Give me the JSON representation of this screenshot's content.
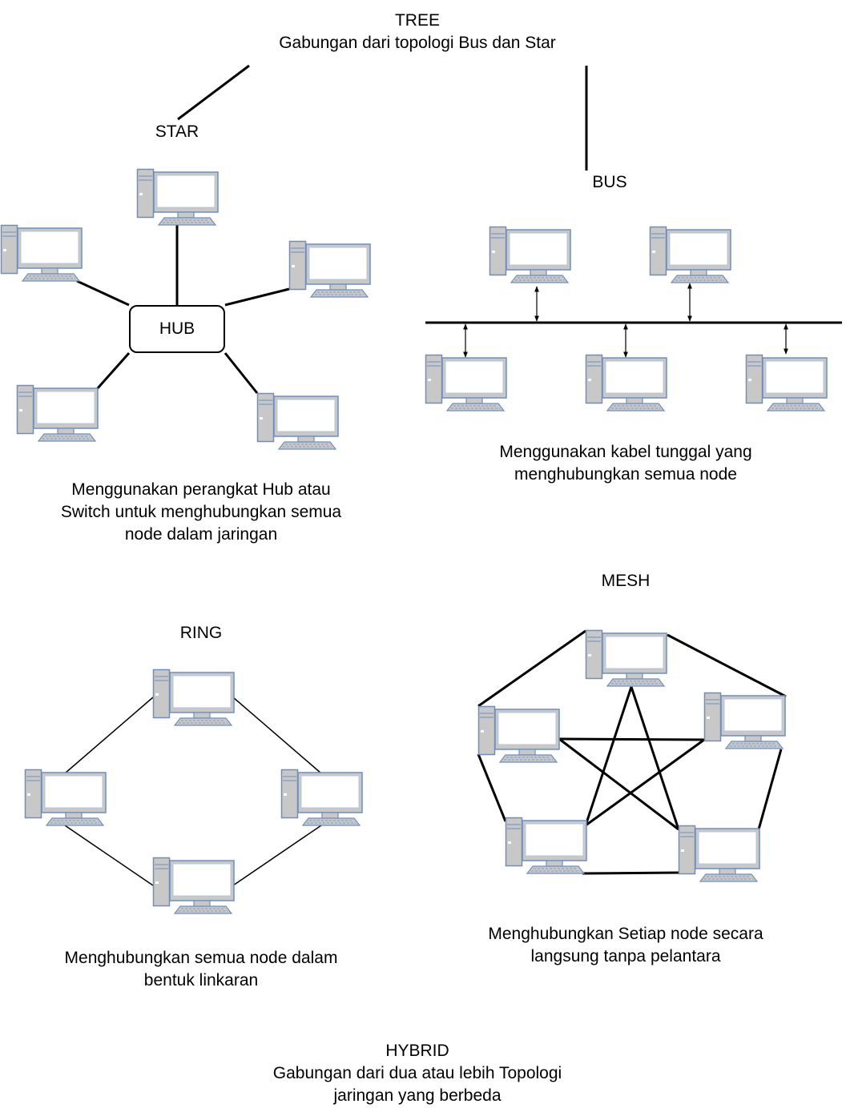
{
  "tree": {
    "title": "TREE",
    "subtitle": "Gabungan dari topologi Bus dan Star"
  },
  "star": {
    "title": "STAR",
    "hub_label": "HUB",
    "desc_line1": "Menggunakan perangkat Hub atau",
    "desc_line2": "Switch untuk menghubungkan semua",
    "desc_line3": "node dalam jaringan"
  },
  "bus": {
    "title": "BUS",
    "desc_line1": "Menggunakan kabel tunggal yang",
    "desc_line2": "menghubungkan semua node"
  },
  "mesh": {
    "title": "MESH",
    "desc_line1": "Menghubungkan Setiap node secara",
    "desc_line2": "langsung tanpa pelantara"
  },
  "ring": {
    "title": "RING",
    "desc_line1": "Menghubungkan semua node dalam",
    "desc_line2": "bentuk linkaran"
  },
  "hybrid": {
    "title": "HYBRID",
    "desc_line1": "Gabungan dari dua atau lebih Topologi",
    "desc_line2": "jaringan yang berbeda"
  },
  "icons": {
    "node": "desktop-computer-icon"
  },
  "colors": {
    "monitor_frame": "#6d8ebf",
    "screen": "#ffffff",
    "case": "#c8c8c8",
    "line": "#000000"
  }
}
